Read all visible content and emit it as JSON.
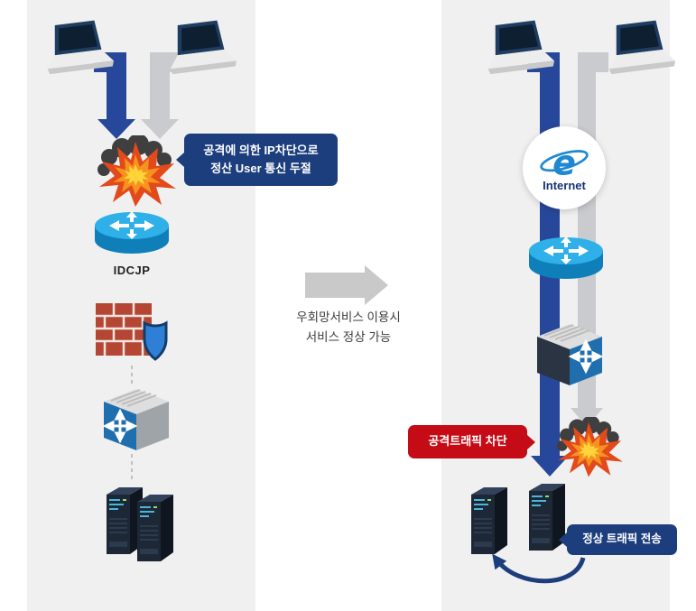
{
  "left": {
    "callout_line1": "공격에 의한 IP차단으로",
    "callout_line2": "정산 User 통신 두절",
    "router_label": "IDCJP"
  },
  "middle": {
    "note_line1": "우회망서비스 이용시",
    "note_line2": "서비스 정상 가능"
  },
  "right": {
    "internet_label": "Internet",
    "block_callout": "공격트래픽 차단",
    "normal_callout": "정상 트래픽 전송"
  },
  "icons": {
    "internet_glyph": "e",
    "laptop": "laptop-icon",
    "explosion": "explosion-icon",
    "router": "router-icon",
    "firewall": "firewall-brick-shield-icon",
    "switch": "switch-icon",
    "server": "server-tower-icon"
  },
  "colors": {
    "panel_bg": "#f0f0f1",
    "navy_callout": "#1c3e7d",
    "blue_arrow": "#27489a",
    "gray_arrow": "#c9cbce",
    "red_callout": "#c50b16",
    "router_blue": "#2fb0e8"
  }
}
